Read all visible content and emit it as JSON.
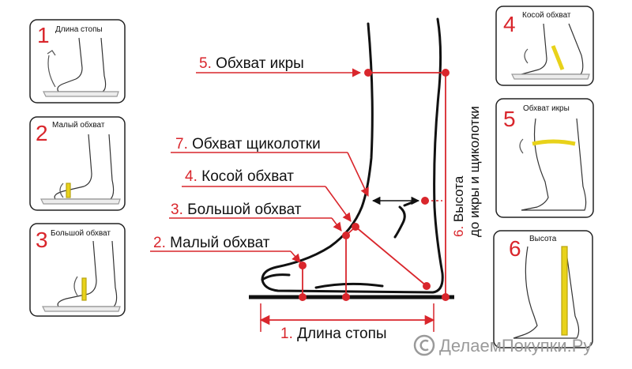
{
  "colors": {
    "accent": "#d9262c",
    "ink": "#111111",
    "tape": "#e8d21a",
    "watermark": "#9a9a9a"
  },
  "panels": [
    {
      "num": "1",
      "title": "Длина стопы"
    },
    {
      "num": "2",
      "title": "Малый обхват"
    },
    {
      "num": "3",
      "title": "Большой обхват"
    },
    {
      "num": "4",
      "title": "Косой обхват"
    },
    {
      "num": "5",
      "title": "Обхват икры"
    },
    {
      "num": "6",
      "title": "Высота"
    }
  ],
  "labels": [
    {
      "num": "5.",
      "text": "Обхват икры"
    },
    {
      "num": "7.",
      "text": "Обхват щиколотки"
    },
    {
      "num": "4.",
      "text": "Косой обхват"
    },
    {
      "num": "3.",
      "text": "Большой обхват"
    },
    {
      "num": "2.",
      "text": "Малый обхват"
    },
    {
      "num": "1.",
      "text": "Длина стопы"
    }
  ],
  "vertical_label": {
    "num": "6.",
    "line1": "Высота",
    "line2": "до икры и щиколотки"
  },
  "watermark": {
    "text": "ДелаемПокупки.Ру"
  }
}
